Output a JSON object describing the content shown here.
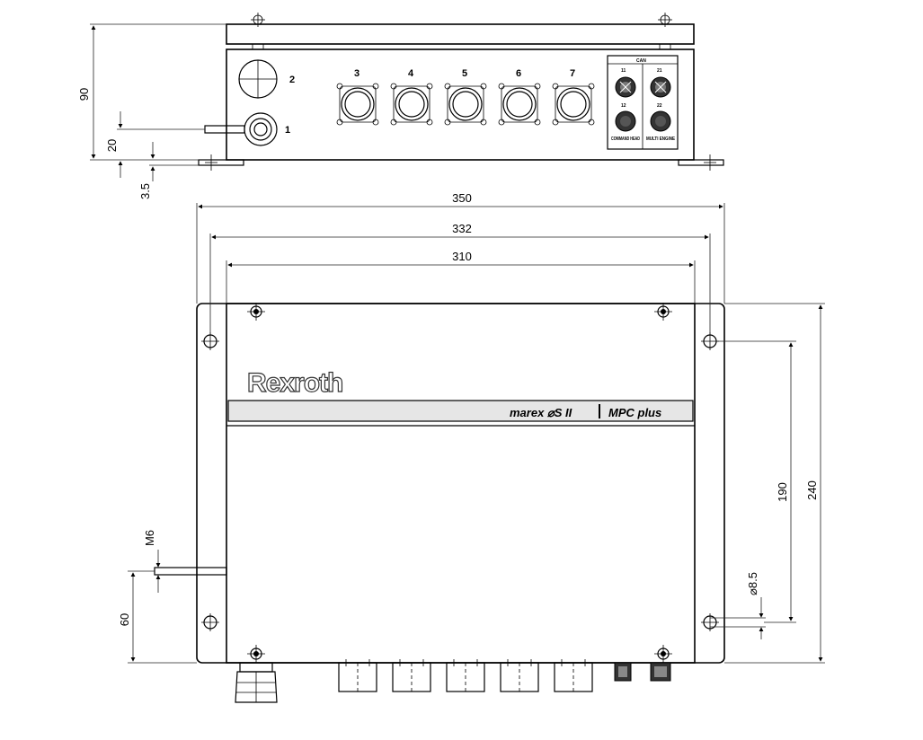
{
  "top_view": {
    "connectors": [
      "1",
      "2",
      "3",
      "4",
      "5",
      "6",
      "7"
    ],
    "can_panel": {
      "title": "CAN",
      "ports": [
        "11",
        "21",
        "12",
        "22"
      ],
      "captions": [
        "COMMAND HEAD",
        "MULTI ENGINE"
      ]
    }
  },
  "dimensions": {
    "height_top": "90",
    "side_offset": "20",
    "flange": "3.5",
    "width_total": "350",
    "width_holes": "332",
    "width_body": "310",
    "height_total": "240",
    "hole_spacing_v": "190",
    "hole_diameter": "⌀8.5",
    "thread": "M6",
    "ground_height": "60"
  },
  "front": {
    "brand": "Rexroth",
    "product": "marex ⌀S II",
    "product_suffix": "MPC plus"
  }
}
